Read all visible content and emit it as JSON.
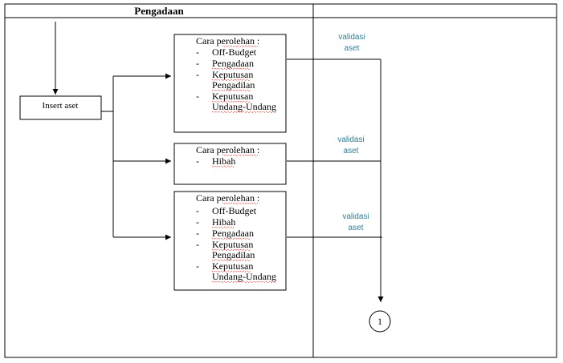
{
  "lanes": {
    "left_title": "Pengadaan",
    "right_title": ""
  },
  "start_box": {
    "label": "Insert aset"
  },
  "boxes": [
    {
      "heading": "Cara perolehan :",
      "items": [
        {
          "bullet": "-",
          "lines": [
            "Off-Budget"
          ]
        },
        {
          "bullet": "-",
          "lines": [
            "Pengadaan"
          ]
        },
        {
          "bullet": "-",
          "lines": [
            "Keputusan",
            "Pengadilan"
          ]
        },
        {
          "bullet": "-",
          "lines": [
            "Keputusan",
            "Undang-Undang"
          ]
        }
      ]
    },
    {
      "heading": "Cara perolehan :",
      "items": [
        {
          "bullet": "-",
          "lines": [
            "Hibah"
          ]
        }
      ]
    },
    {
      "heading": "Cara perolehan :",
      "items": [
        {
          "bullet": "-",
          "lines": [
            "Off-Budget"
          ]
        },
        {
          "bullet": "-",
          "lines": [
            "Hibah"
          ]
        },
        {
          "bullet": "-",
          "lines": [
            "Pengadaan"
          ]
        },
        {
          "bullet": "-",
          "lines": [
            "Keputusan",
            "Pengadilan"
          ]
        },
        {
          "bullet": "-",
          "lines": [
            "Keputusan",
            "Undang-Undang"
          ]
        }
      ]
    }
  ],
  "validation_labels": [
    {
      "lines": [
        "validasi",
        "aset"
      ]
    },
    {
      "lines": [
        "validasi",
        "aset"
      ]
    },
    {
      "lines": [
        "validasi",
        "aset"
      ]
    }
  ],
  "connector": {
    "label": "1"
  },
  "colors": {
    "line": "#000000",
    "label": "#2e7c93",
    "spellcheck": "#d02020"
  }
}
